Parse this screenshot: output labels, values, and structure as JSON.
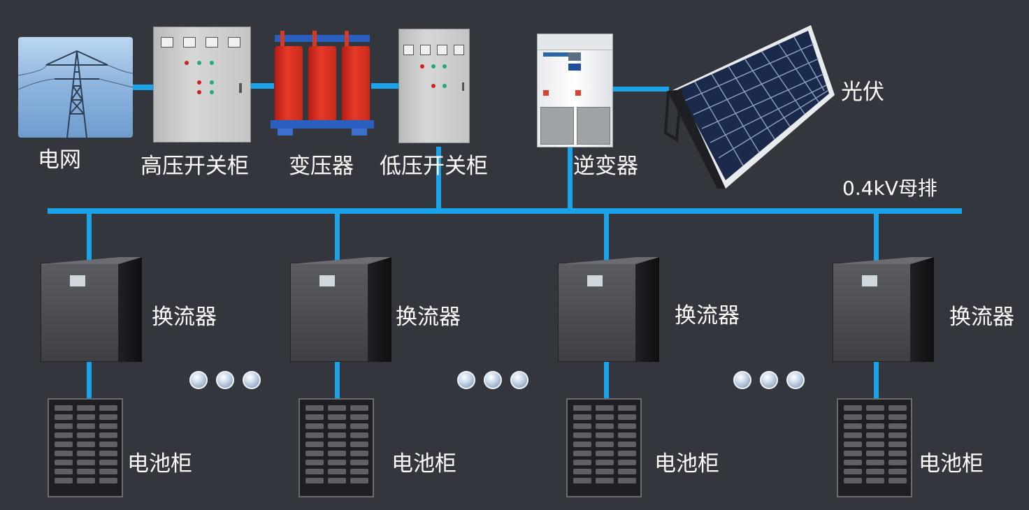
{
  "labels": {
    "grid": "电网",
    "hv_switchgear": "高压开关柜",
    "transformer": "变压器",
    "lv_switchgear": "低压开关柜",
    "inverter": "逆变器",
    "pv": "光伏",
    "busbar": "0.4kV母排",
    "converter": "换流器",
    "battery": "电池柜"
  },
  "colors": {
    "background": "#33363d",
    "connection_line": "#1aa3e8"
  },
  "icons": [
    "power-tower-icon",
    "switchgear-icon",
    "transformer-icon",
    "inverter-icon",
    "solar-panel-icon",
    "converter-icon",
    "battery-cabinet-icon",
    "ellipsis-dots-icon"
  ]
}
